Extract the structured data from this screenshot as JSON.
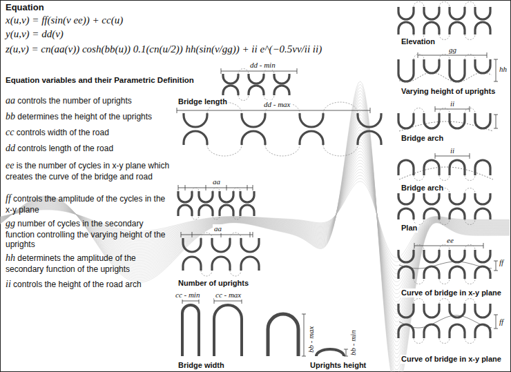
{
  "diagram": {
    "title": "Equation",
    "labels": [
      "x(u,v) = ff(sin(v ee)) + cc(u)",
      "y(u,v) = dd(v)",
      "z(u,v) = cn(aa(v)) cosh(bb(u)) 0.1(cn(u/2)) hh(sin(v/gg)) + ii e^(−0.5vv/ii ii)",
      "Equation variables and their Parametric Definition",
      "aa controls the number of uprights",
      "bb determines the height of the uprights",
      "cc controls width of the road",
      "dd controls length of the road",
      "ee is the number of cycles in x-y plane which creates the curve of the bridge and road",
      "ff controls the amplitude of the cycles in the x-y plane",
      "gg number of cycles in the secondary function controlling the varying height of the uprights",
      "hh determinets the amplitude of the secondary function of the uprights",
      "ii controls the height of the road arch",
      "dd - min",
      "Bridge length",
      "dd - max",
      "aa",
      "aa",
      "Number of uprights",
      "cc - min",
      "cc - max",
      "bb - max",
      "bb - min",
      "Bridge width",
      "Uprights height",
      "Elevation",
      "gg",
      "hh",
      "Varying height of uprights",
      "ii",
      "Bridge arch",
      "ii",
      "Bridge arch",
      "Plan",
      "ee",
      "ff",
      "Curve of bridge in x-y plane",
      "ff",
      "Curve of bridge in x-y plane"
    ]
  }
}
